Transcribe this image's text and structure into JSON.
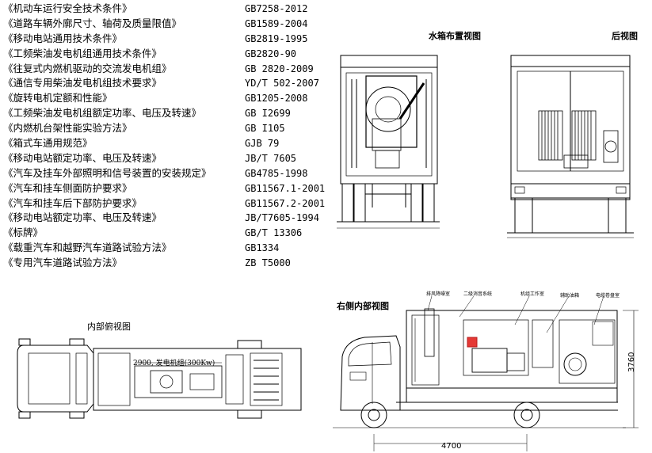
{
  "standards": [
    {
      "name": "《机动车运行安全技术条件》",
      "code": "GB7258-2012"
    },
    {
      "name": "《道路车辆外廓尺寸、轴荷及质量限值》",
      "code": "GB1589-2004"
    },
    {
      "name": "《移动电站通用技术条件》",
      "code": "GB2819-1995"
    },
    {
      "name": "《工频柴油发电机组通用技术条件》",
      "code": "GB2820-90"
    },
    {
      "name": "《往复式内燃机驱动的交流发电机组》",
      "code": "GB 2820-2009"
    },
    {
      "name": "《通信专用柴油发电机组技术要求》",
      "code": "YD/T 502-2007"
    },
    {
      "name": "《旋转电机定额和性能》",
      "code": "GB1205-2008"
    },
    {
      "name": "《工频柴油发电机组额定功率、电压及转速》",
      "code": "GB I2699"
    },
    {
      "name": "《内燃机台架性能实验方法》",
      "code": "GB I105"
    },
    {
      "name": "《箱式车通用规范》",
      "code": "GJB 79"
    },
    {
      "name": "《移动电站额定功率、电压及转速》",
      "code": "JB/T 7605"
    },
    {
      "name": "《汽车及挂车外部照明和信号装置的安装规定》",
      "code": "GB4785-1998"
    },
    {
      "name": "《汽车和挂车侧面防护要求》",
      "code": "GB11567.1-2001"
    },
    {
      "name": "《汽车和挂车后下部防护要求》",
      "code": "GB11567.2-2001"
    },
    {
      "name": "《移动电站额定功率、电压及转速》",
      "code": "JB/T7605-1994"
    },
    {
      "name": "《标牌》",
      "code": "GB/T 13306"
    },
    {
      "name": "《载重汽车和越野汽车道路试验方法》",
      "code": "GB1334"
    },
    {
      "name": "《专用汽车道路试验方法》",
      "code": "ZB T5000"
    }
  ],
  "views": {
    "front": "水箱布置视图",
    "rear": "后视图",
    "top": "内部俯视图",
    "side": "右侧内部视图"
  },
  "annotations": {
    "genset": "2900, 发电机组(300Kw)",
    "length": "4700",
    "height": "3760",
    "callouts": [
      "排风降噪室",
      "二级消音系统",
      "机组工作室",
      "辅助油箱",
      "电缆卷盘室"
    ]
  }
}
